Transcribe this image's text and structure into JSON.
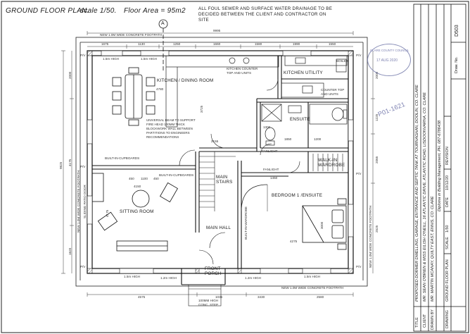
{
  "header": {
    "plan_title": "GROUND FLOOR PLAN.",
    "scale": "scale 1/50.",
    "floor_area": "Floor Area = 95m2"
  },
  "drainage_note": "ALL FOUL SEWER AND SURFACE WATER DRAINAGE TO BE DECIDED BETWEEN THE CLIENT AND CONTRACTOR ON SITE",
  "section_marker": "A",
  "footpaths": {
    "top": "NEW 1.0M WIDE CONCRETE FOOTPATH",
    "bottom": "NEW 1.0M WIDE CONCRETE FOOTPATH",
    "side_right": "NEW 1.0M WIDE CONCRETE FOOTPATH",
    "side_left": "NEW 1.0M WIDE CONCRETE FOOTPATH"
  },
  "rooms": {
    "kitchen_dining": "KITCHEN / DINING ROOM",
    "kitchen_utility": "KITCHEN UTILITY",
    "ensuite": "ENSUITE",
    "walk_in_wardrobe": "WALK-IN WARDROBE",
    "bedroom": "BEDROOM 1 /ENSUITE",
    "sitting_room": "SITTING ROOM",
    "main_stairs": "MAIN STAIRS",
    "main_hall": "MAIN HALL",
    "front_porch": "FRONT PORCH"
  },
  "fittings": {
    "counter_top_1": "KITCHEN COUNTER TOP AND UNITS",
    "counter_top_2": "COUNTER TOP AND UNITS",
    "boiler": "BOILER",
    "built_in_cupboards_1": "BUILT-IN-CUPBOARDS",
    "built_in_cupboards_2": "BUILT-IN-CUPBOARDS",
    "built_in_wardrobe": "BUILT-IN-WARDROBE",
    "fanlight_1": "FANLIGHT",
    "fanlight_2": "FANLIGHT",
    "conc_step": "100MM HIGH CONC. STEP",
    "lintel_note": "UNIVERSAL BEAM TO SUPPORT FIRE HEAD 100MM THICK BLOCKWORK WALL BETWEEN PARTITIONS TO ENGINEERS RECOMMENDATIONS",
    "patio_door": "SLIDING PATIO DOOR"
  },
  "dimensions": {
    "overall_width": "9995",
    "overall_depth": "9825",
    "top": [
      "1675",
      "1130",
      "1250",
      "1660",
      "1580",
      "1990",
      "1550"
    ],
    "left": [
      "2000",
      "4175",
      "1620"
    ],
    "right": [
      "2000",
      "1225",
      "2065",
      "2525"
    ],
    "bottom": [
      "4575",
      "1035",
      "3430",
      "2580"
    ],
    "kitchen": [
      "4780",
      "3725",
      "2155"
    ],
    "sitting": [
      "450",
      "1100",
      "450",
      "4150",
      "4175"
    ],
    "bedroom": [
      "4275",
      "1450",
      "1850",
      "1200",
      "3000",
      "1300"
    ],
    "window_heights": [
      "1.5m HIGH",
      "1.5m HIGH",
      "1.2m HIGH",
      "1.2m HIGH",
      "1.5m HIGH",
      "1.5m HIGH"
    ],
    "pv_labels": [
      "P/V",
      "P/V",
      "P/V",
      "P/V",
      "P/V",
      "P/V"
    ]
  },
  "title_block": {
    "title_label": "TITLE",
    "title": "PROPOSED DORMER DWELLING, GARAGE, ENTRANCE AND SEPTIC TANK AT TOURNAGHAN, DOOLIN, CO. CLARE",
    "client_label": "CLIENT",
    "client": "MR. SEAN O'BRIEN & MISS EILISH O'NEILL, 16 ATLANTIC DRIVE, ATLANTIC ROAD, LISDOONVARNA, CO. CLARE",
    "drawn_label": "DRAWN BY",
    "drawn_by": "MR. MARTIN MCANAY, QUILTY EAST, ENNIS, CO. CLARE",
    "diploma": "Diploma in Building Management, PH. 087-6786438",
    "drawing_label": "DRAWING",
    "drawing": "GROUND FLOOR PLAN",
    "scale_label": "SCALE",
    "scale": "1/50",
    "date_label": "DATE",
    "date": "10/12/20",
    "revision_label": "REVISION",
    "drawing_no_label": "Draw. No.",
    "drawing_no": "D503"
  },
  "stamp": {
    "council": "CLARE COUNTY COUNCIL",
    "stamp_date": "17 AUG 2020",
    "ref": "P01-1621"
  },
  "colors": {
    "ink": "#1a1a1a",
    "stamp": "#7b7fb0",
    "paper": "#ffffff"
  }
}
